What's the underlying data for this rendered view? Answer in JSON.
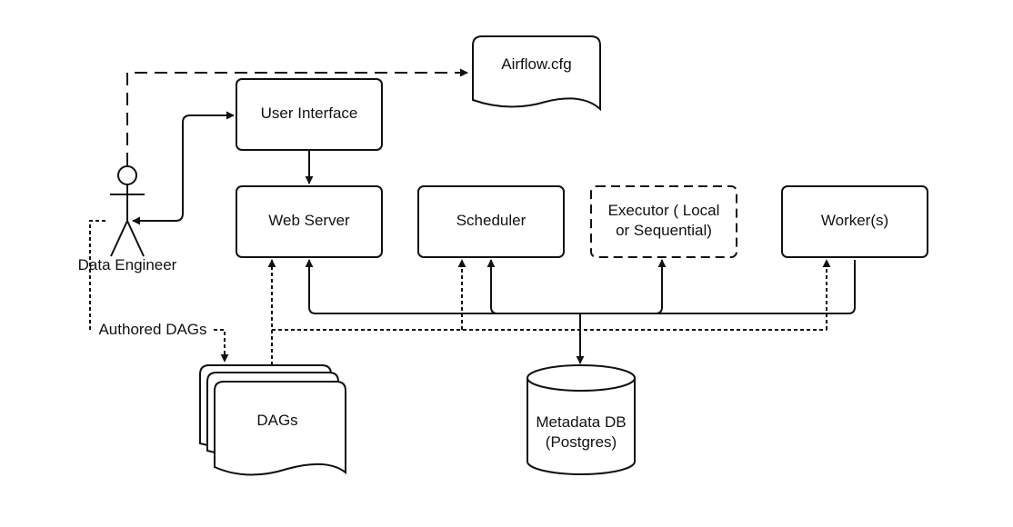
{
  "diagram": {
    "nodes": {
      "airflow_cfg": "Airflow.cfg",
      "user_interface": "User Interface",
      "web_server": "Web Server",
      "scheduler": "Scheduler",
      "executor_line1": "Executor ( Local",
      "executor_line2": "or Sequential)",
      "workers": "Worker(s)",
      "dags": "DAGs",
      "metadata_line1": "Metadata DB",
      "metadata_line2": "(Postgres)"
    },
    "actor": {
      "label": "Data Engineer"
    },
    "edges": {
      "authored_dags": "Authored DAGs"
    },
    "colors": {
      "stroke": "#111111",
      "background": "#ffffff"
    }
  }
}
